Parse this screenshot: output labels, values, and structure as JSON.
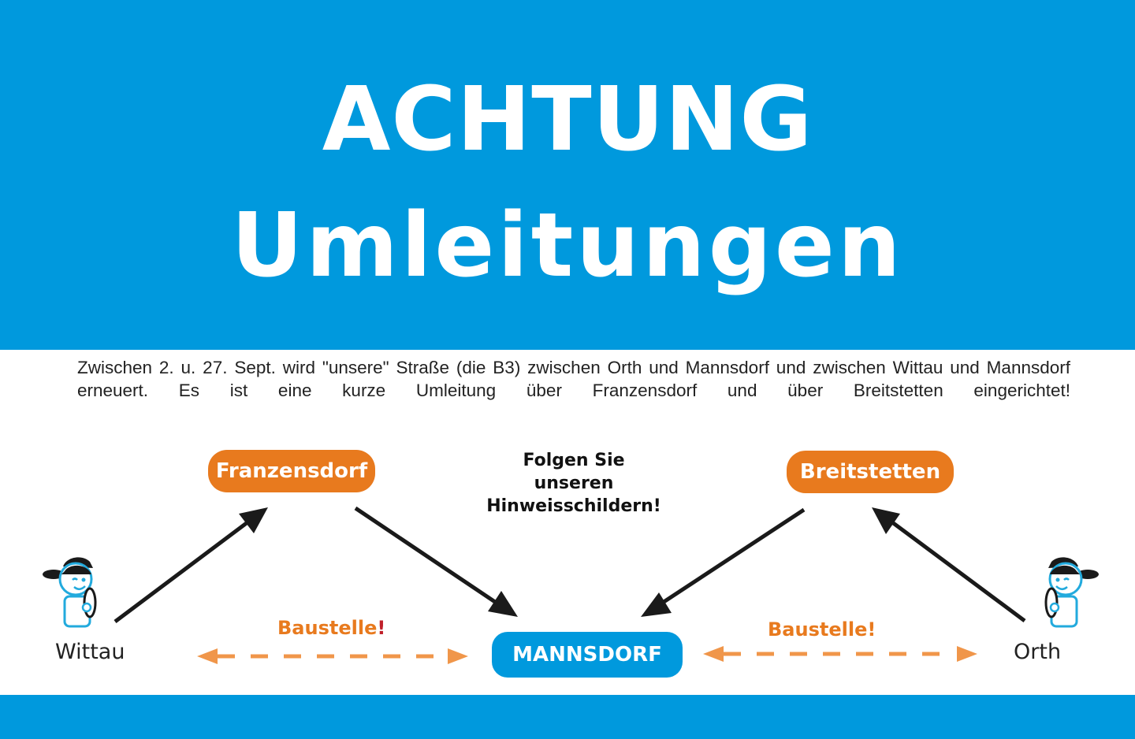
{
  "headline": {
    "line1": "ACHTUNG",
    "line2": "Umleitungen"
  },
  "notice": {
    "text": "Zwischen 2. u. 27. Sept. wird \"unsere\" Straße (die B3) zwischen Orth und Mannsdorf und zwischen Wittau und Mannsdorf erneuert. Es ist eine kurze Umleitung über Franzensdorf und über Breitstetten eingerichtet!"
  },
  "diagram": {
    "detour_left": "Franzensdorf",
    "detour_right": "Breitstetten",
    "center": "MANNSDORF",
    "town_left": "Wittau",
    "town_right": "Orth",
    "construction_left": "Baustelle",
    "construction_left_excl": "!",
    "construction_right": "Baustelle!",
    "follow_lines": [
      "Folgen Sie",
      "unseren",
      "Hinweisschildern!"
    ]
  },
  "icons": {
    "mascot": "driver-mascot-icon",
    "arrow": "direction-arrow-icon",
    "construction": "double-headed-dashed-arrow-icon"
  },
  "colors": {
    "brand_blue": "#0099dd",
    "accent_orange": "#e87a1e",
    "arrow_dark": "#1a1a1a",
    "exclamation_red": "#c0202a"
  }
}
